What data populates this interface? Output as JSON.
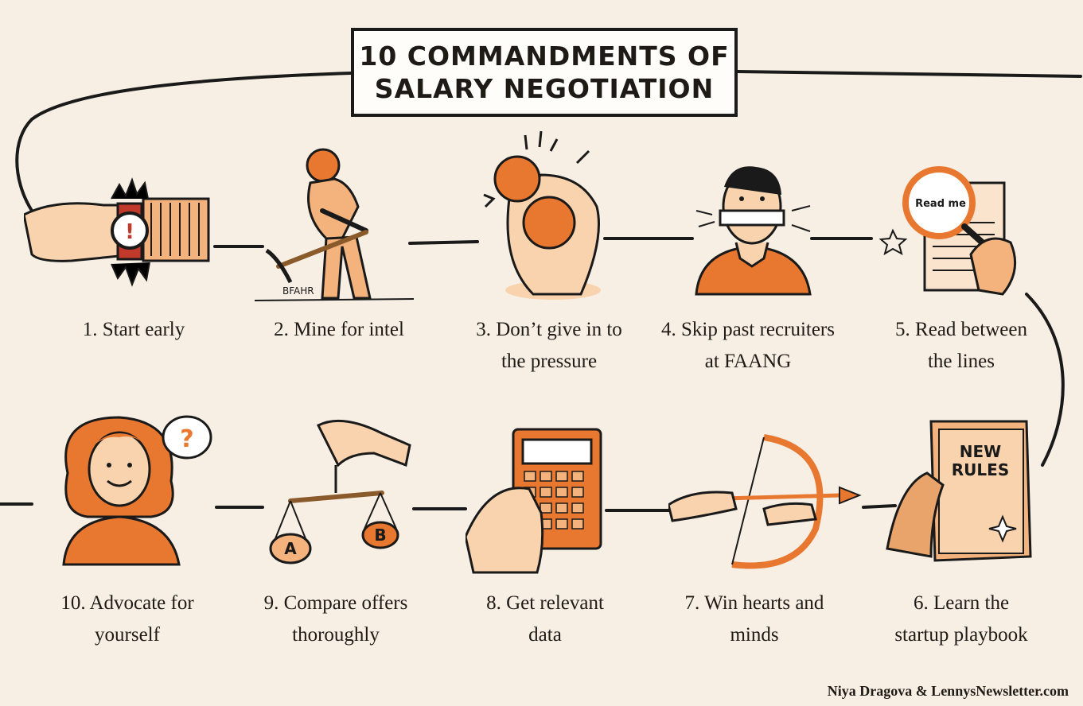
{
  "title": {
    "line1": "10 COMMANDMENTS OF",
    "line2": "SALARY NEGOTIATION"
  },
  "steps": [
    {
      "line1": "1. Start early",
      "line2": "",
      "icon": "wristwatch-alarm-icon"
    },
    {
      "line1": "2. Mine for intel",
      "line2": "",
      "icon": "miner-pickaxe-icon"
    },
    {
      "line1": "3. Don’t give in to",
      "line2": "the pressure",
      "icon": "squeezed-stress-ball-icon"
    },
    {
      "line1": "4. Skip past recruiters",
      "line2": "at FAANG",
      "icon": "gagged-person-icon"
    },
    {
      "line1": "5. Read between",
      "line2": "the lines",
      "icon": "magnifying-glass-document-icon"
    },
    {
      "line1": "6. Learn the",
      "line2": "startup playbook",
      "icon": "new-rules-book-icon"
    },
    {
      "line1": "7. Win hearts and",
      "line2": "minds",
      "icon": "bow-and-arrow-icon"
    },
    {
      "line1": "8. Get relevant",
      "line2": "data",
      "icon": "calculator-icon"
    },
    {
      "line1": "9. Compare offers",
      "line2": "thoroughly",
      "icon": "balance-scale-icon"
    },
    {
      "line1": "10. Advocate for",
      "line2": "yourself",
      "icon": "confident-woman-icon"
    }
  ],
  "illustration_text": {
    "read_me": "Read me",
    "book_line1": "NEW",
    "book_line2": "RULES",
    "scale_a": "A",
    "scale_b": "B",
    "question_mark": "?",
    "dig_letters": "BFAHR"
  },
  "credit": "Niya Dragova & LennysNewsletter.com",
  "colors": {
    "background": "#f8efe4",
    "accent_orange": "#e8782f",
    "light_orange": "#f4b27c",
    "pale_orange": "#f8d3ad",
    "ink": "#1a1a1a"
  }
}
